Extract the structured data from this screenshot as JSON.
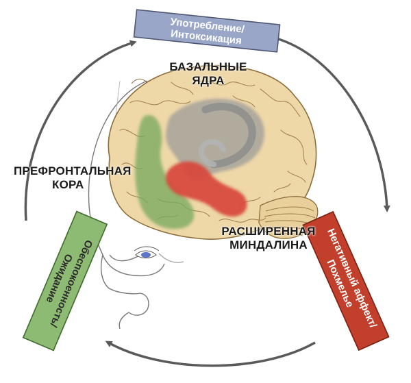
{
  "stages": {
    "top": {
      "line1": "Употребление/",
      "line2": "Интоксикация",
      "fill": "#9aa6c8",
      "text_color": "#ffffff"
    },
    "right": {
      "line1": "Негативный аффект/",
      "line2": "Похмелье",
      "fill": "#c2402b",
      "text_color": "#ffffff"
    },
    "left": {
      "line1": "Обеспокоенность/",
      "line2": "Ожидание",
      "fill": "#8ebb73",
      "text_color": "#2b2b2b"
    }
  },
  "regions": {
    "basal": {
      "line1": "БАЗАЛЬНЫЕ",
      "line2": "ЯДРА",
      "color": "#9a9a9a"
    },
    "prefrontal": {
      "line1": "ПРЕФРОНТАЛЬНАЯ",
      "line2": "КОРА",
      "color": "#7aaa5e"
    },
    "amygdala": {
      "line1": "РАСШИРЕННАЯ",
      "line2": "МИНДАЛИНА",
      "color": "#d8473b"
    }
  },
  "colors": {
    "cycle_arrow": "#5a5a5a",
    "brain_fill": "#eed8a8",
    "brain_stroke": "#8a6d3b",
    "eye": "#5b76c9"
  }
}
